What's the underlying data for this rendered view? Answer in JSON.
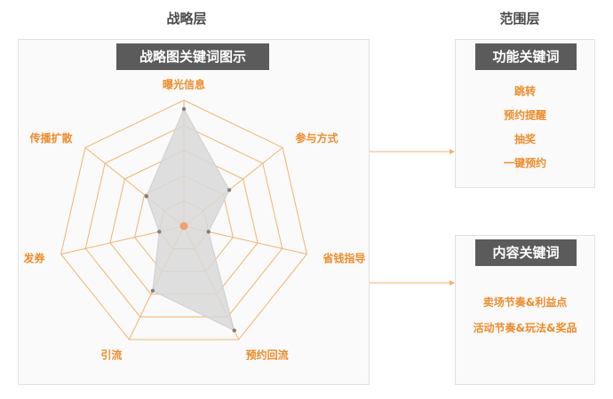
{
  "headings": {
    "strategy": "战略层",
    "scope": "范围层"
  },
  "strategy_panel": {
    "title": "战略图关键词图示"
  },
  "radar": {
    "axes": [
      "曝光信息",
      "参与方式",
      "省钱指导",
      "预约回流",
      "引流",
      "发券",
      "传播扩散"
    ],
    "values": [
      0.93,
      0.46,
      0.2,
      0.92,
      0.57,
      0.2,
      0.38
    ],
    "levels": 5,
    "colors": {
      "grid": "#f2b46c",
      "area": "#d8d8d8",
      "point": "#7f7f7f",
      "center": "#f0a070",
      "label": "#f08c2a"
    }
  },
  "function_panel": {
    "title": "功能关键词",
    "keywords": [
      "跳转",
      "预约提醒",
      "抽奖",
      "一键预约"
    ]
  },
  "content_panel": {
    "title": "内容关键词",
    "keywords": [
      "卖场节奏&利益点",
      "活动节奏&玩法&奖品"
    ]
  }
}
